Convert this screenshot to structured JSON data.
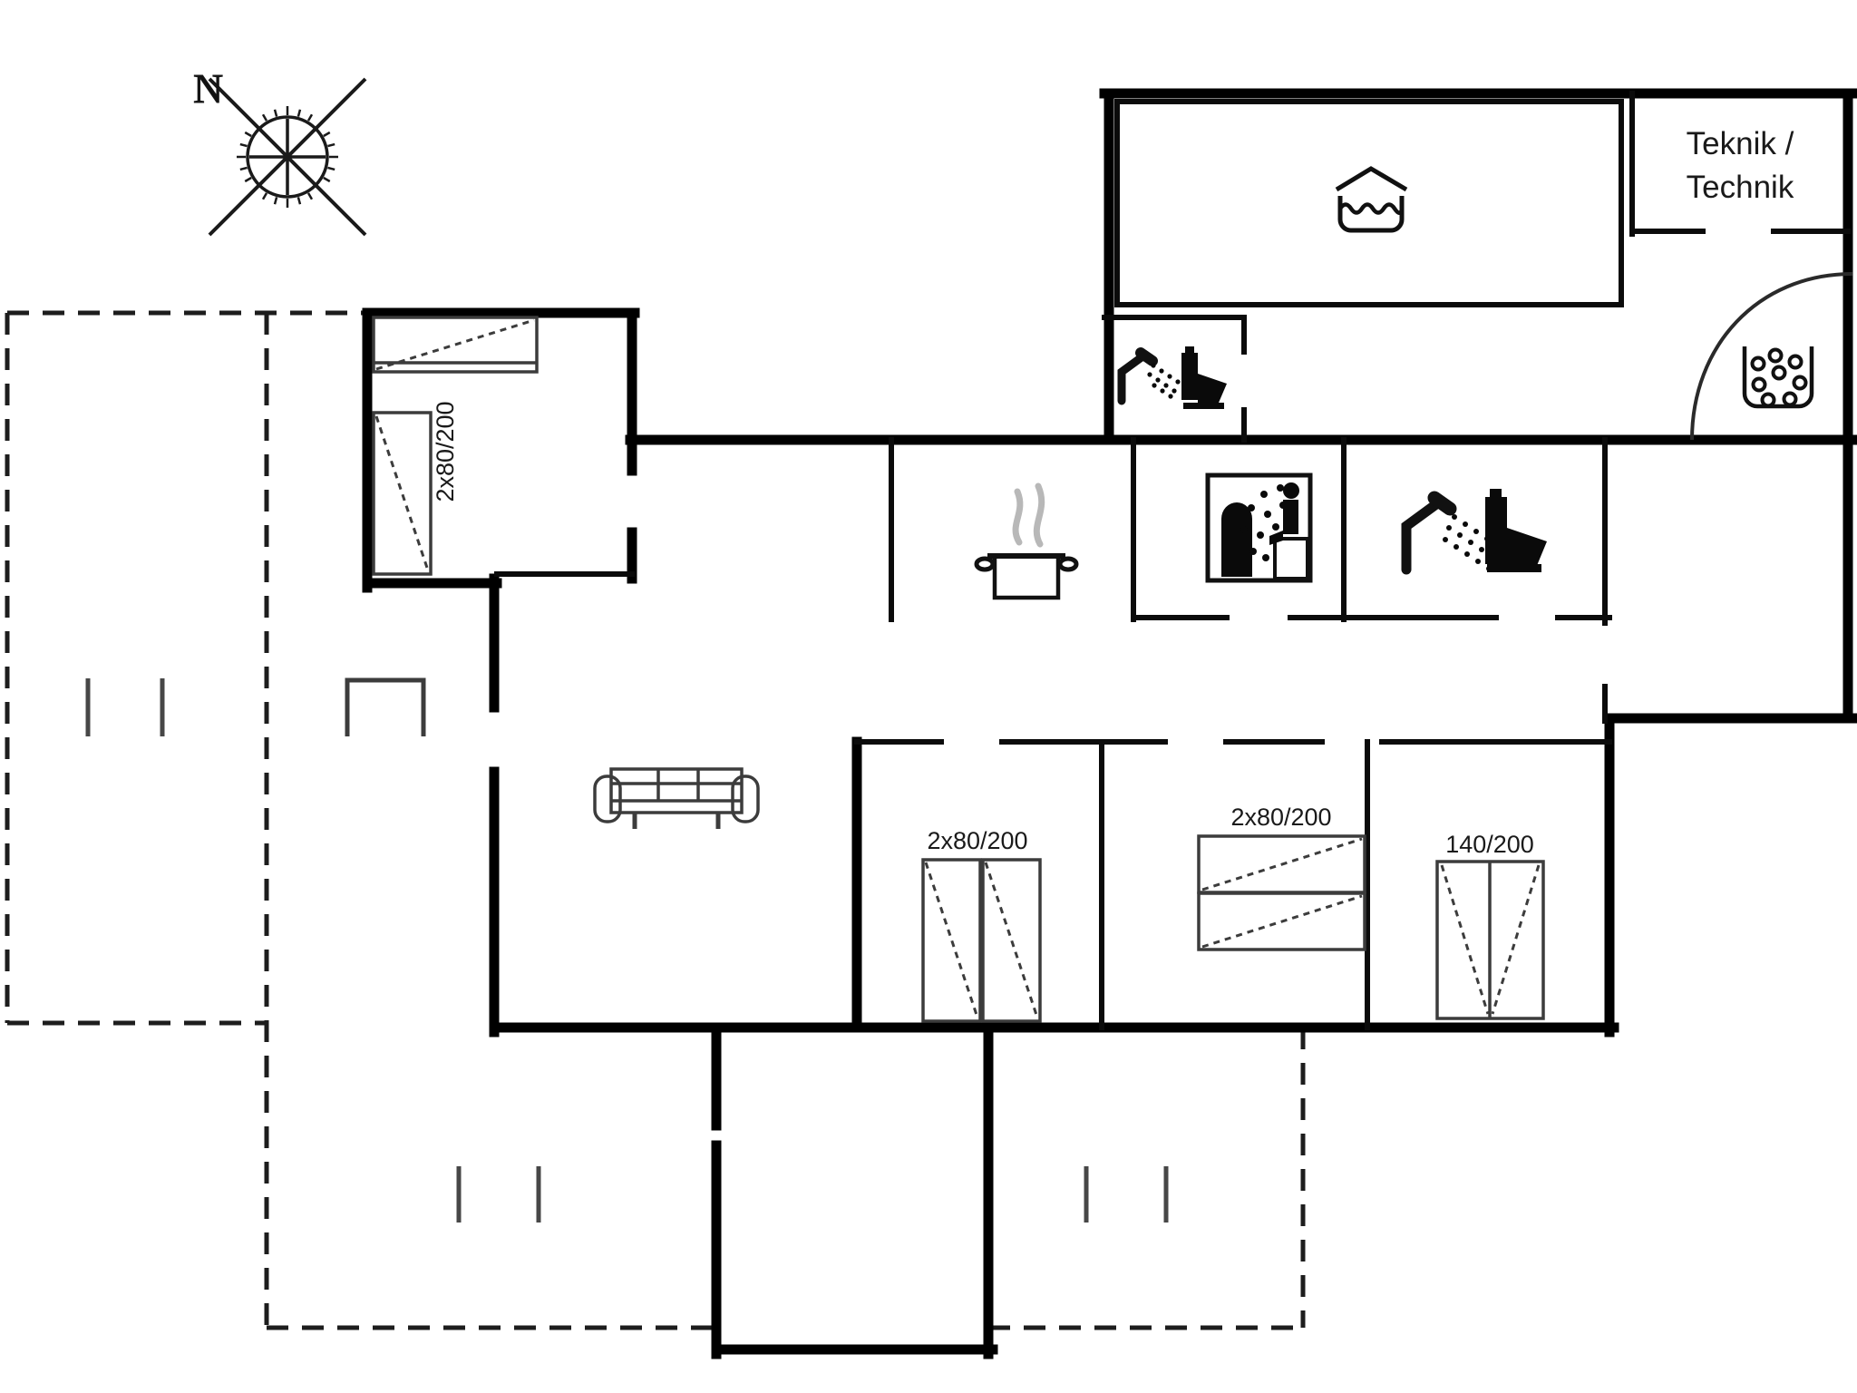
{
  "compass": {
    "label": "N"
  },
  "rooms": {
    "technik": {
      "label_line1": "Teknik /",
      "label_line2": "Technik"
    },
    "bedroom_nw": {
      "bed_label": "2x80/200"
    },
    "bedroom_1": {
      "bed_label": "2x80/200"
    },
    "bedroom_2": {
      "bed_label": "2x80/200"
    },
    "bedroom_3": {
      "bed_label": "140/200"
    }
  },
  "icons": {
    "compass": "compass-rose-icon",
    "pool": "whirlpool-tub-icon",
    "entrance": "bubble-basin-icon",
    "wc": [
      "shower-icon",
      "toilet-icon"
    ],
    "bathroom": [
      "shower-icon",
      "toilet-icon"
    ],
    "sauna": "sauna-icon",
    "kitchen": "cooking-pot-icon",
    "living": "sofa-icon",
    "beds": "bed-symbol"
  },
  "colors": {
    "background": "#ffffff",
    "wall": "#000000",
    "furniture": "#3c3c3c",
    "steam": "#b8b8b8",
    "dashed_line": "#1d1d1d"
  }
}
